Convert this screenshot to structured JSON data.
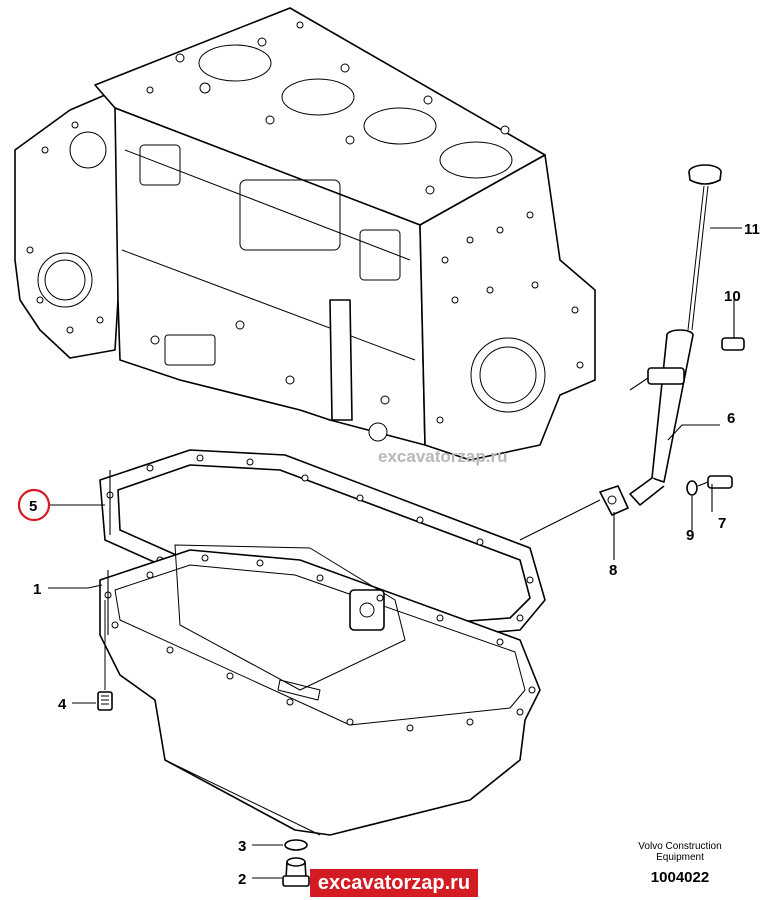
{
  "diagram": {
    "callouts": {
      "c1": "1",
      "c2": "2",
      "c3": "3",
      "c4": "4",
      "c5": "5",
      "c6": "6",
      "c7": "7",
      "c8": "8",
      "c9": "9",
      "c10": "10",
      "c11": "11"
    },
    "highlighted_callout": "5",
    "highlight_color": "#d41b24",
    "watermark_text": "excavatorzap.ru",
    "manufacturer_line1": "Volvo Construction",
    "manufacturer_line2": "Equipment",
    "document_number": "1004022"
  },
  "site_badge": {
    "text": "excavatorzap.ru",
    "background": "#d41b24",
    "color": "#ffffff"
  }
}
